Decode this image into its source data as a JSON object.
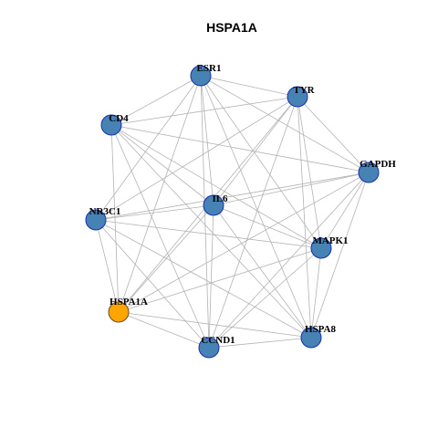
{
  "title": "HSPA1A",
  "colors": {
    "node": "#4682b4",
    "highlight": "#ffa500",
    "edge": "#b3b3b3",
    "node_border": "#1a2fb0"
  },
  "nodes": [
    {
      "id": "ESR1",
      "label": "ESR1",
      "highlight": false
    },
    {
      "id": "TYR",
      "label": "TYR",
      "highlight": false
    },
    {
      "id": "CD4",
      "label": "CD4",
      "highlight": false
    },
    {
      "id": "GAPDH",
      "label": "GAPDH",
      "highlight": false
    },
    {
      "id": "IL6",
      "label": "IL6",
      "highlight": false
    },
    {
      "id": "NR3C1",
      "label": "NR3C1",
      "highlight": false
    },
    {
      "id": "MAPK1",
      "label": "MAPK1",
      "highlight": false
    },
    {
      "id": "HSPA1A",
      "label": "HSPA1A",
      "highlight": true
    },
    {
      "id": "HSPA8",
      "label": "HSPA8",
      "highlight": false
    },
    {
      "id": "CCND1",
      "label": "CCND1",
      "highlight": false
    }
  ],
  "edges": [
    [
      "ESR1",
      "TYR"
    ],
    [
      "ESR1",
      "CD4"
    ],
    [
      "ESR1",
      "GAPDH"
    ],
    [
      "ESR1",
      "IL6"
    ],
    [
      "ESR1",
      "NR3C1"
    ],
    [
      "ESR1",
      "MAPK1"
    ],
    [
      "ESR1",
      "HSPA1A"
    ],
    [
      "ESR1",
      "HSPA8"
    ],
    [
      "ESR1",
      "CCND1"
    ],
    [
      "TYR",
      "CD4"
    ],
    [
      "TYR",
      "GAPDH"
    ],
    [
      "TYR",
      "IL6"
    ],
    [
      "TYR",
      "NR3C1"
    ],
    [
      "TYR",
      "MAPK1"
    ],
    [
      "TYR",
      "HSPA1A"
    ],
    [
      "TYR",
      "HSPA8"
    ],
    [
      "TYR",
      "CCND1"
    ],
    [
      "CD4",
      "GAPDH"
    ],
    [
      "CD4",
      "IL6"
    ],
    [
      "CD4",
      "MAPK1"
    ],
    [
      "CD4",
      "HSPA1A"
    ],
    [
      "CD4",
      "HSPA8"
    ],
    [
      "CD4",
      "CCND1"
    ],
    [
      "GAPDH",
      "IL6"
    ],
    [
      "GAPDH",
      "NR3C1"
    ],
    [
      "GAPDH",
      "MAPK1"
    ],
    [
      "GAPDH",
      "HSPA1A"
    ],
    [
      "GAPDH",
      "HSPA8"
    ],
    [
      "GAPDH",
      "CCND1"
    ],
    [
      "IL6",
      "NR3C1"
    ],
    [
      "IL6",
      "MAPK1"
    ],
    [
      "IL6",
      "HSPA1A"
    ],
    [
      "IL6",
      "HSPA8"
    ],
    [
      "IL6",
      "CCND1"
    ],
    [
      "NR3C1",
      "MAPK1"
    ],
    [
      "NR3C1",
      "HSPA1A"
    ],
    [
      "NR3C1",
      "HSPA8"
    ],
    [
      "NR3C1",
      "CCND1"
    ],
    [
      "MAPK1",
      "HSPA1A"
    ],
    [
      "MAPK1",
      "HSPA8"
    ],
    [
      "MAPK1",
      "CCND1"
    ],
    [
      "HSPA1A",
      "HSPA8"
    ],
    [
      "HSPA1A",
      "CCND1"
    ],
    [
      "HSPA8",
      "CCND1"
    ]
  ]
}
